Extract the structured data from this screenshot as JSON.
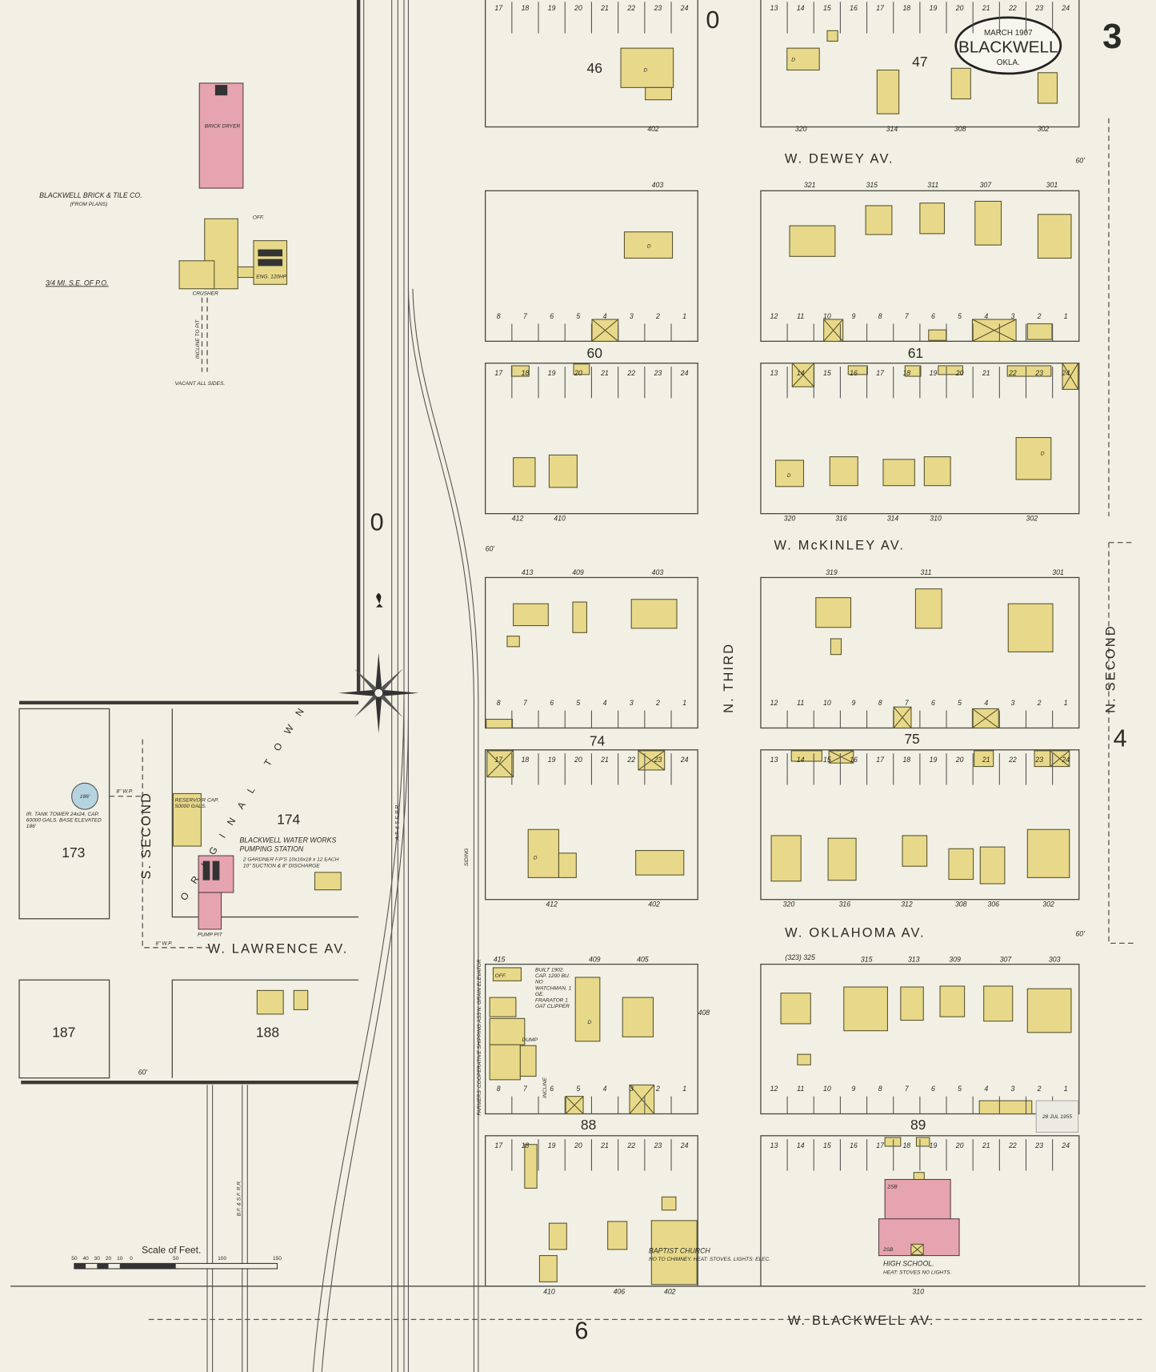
{
  "title_cartouche": {
    "date": "MARCH 1907",
    "city": "BLACKWELL",
    "state": "OKLA."
  },
  "sheet_number": "3",
  "adjoining_sheets": {
    "top": "0",
    "left": "0",
    "bottom": "6",
    "right": "4"
  },
  "streets": {
    "dewey": "W. DEWEY AV.",
    "mckinley": "W. McKINLEY AV.",
    "oklahoma": "W. OKLAHOMA AV.",
    "blackwell": "W. BLACKWELL AV.",
    "lawrence": "W. LAWRENCE AV.",
    "n_third": "N. THIRD",
    "n_second": "N. SECOND",
    "s_second": "S. SECOND",
    "original_town": "ORIGINAL TOWN",
    "width_60": "60'"
  },
  "blocks": [
    "46",
    "47",
    "60",
    "61",
    "74",
    "75",
    "88",
    "89",
    "173",
    "174",
    "187",
    "188"
  ],
  "lots": {
    "north_row_left": [
      "17",
      "18",
      "19",
      "20",
      "21",
      "22",
      "23",
      "24"
    ],
    "north_row_right": [
      "13",
      "14",
      "15",
      "16",
      "17",
      "18",
      "19",
      "20",
      "21",
      "22",
      "23",
      "24"
    ],
    "south_row_left": [
      "8",
      "7",
      "6",
      "5",
      "4",
      "3",
      "2",
      "1"
    ],
    "south_row_right": [
      "12",
      "11",
      "10",
      "9",
      "8",
      "7",
      "6",
      "5",
      "4",
      "3",
      "2",
      "1"
    ]
  },
  "addresses": {
    "b46": [
      "402"
    ],
    "b47": [
      "320",
      "314",
      "308",
      "302"
    ],
    "b60n": [
      "403"
    ],
    "b61n": [
      "321",
      "315",
      "311",
      "307",
      "301"
    ],
    "b60s": [
      "412",
      "410"
    ],
    "b61s": [
      "320",
      "316",
      "314",
      "310",
      "302"
    ],
    "b74n": [
      "413",
      "409",
      "403"
    ],
    "b75n": [
      "319",
      "311",
      "301"
    ],
    "b74s": [
      "412",
      "402"
    ],
    "b75s": [
      "320",
      "316",
      "312",
      "308",
      "306",
      "302"
    ],
    "b88n": [
      "415",
      "409",
      "405",
      "408"
    ],
    "b89n": [
      "(323) 325",
      "315",
      "313",
      "309",
      "307",
      "303"
    ],
    "b88s": [
      "410",
      "406",
      "402"
    ],
    "b89s": [
      "310"
    ]
  },
  "labels": {
    "brick_tile_co": "BLACKWELL BRICK & TILE CO.",
    "from_plans": "(FROM PLANS)",
    "distance": "3/4 MI. S.E. OF P.O.",
    "brick_dryer": "BRICK DRYER",
    "engine": "ENG. 120HP",
    "office": "OFF.",
    "incline_to_pit": "INCLINE TO PIT",
    "vacant_all_sides": "VACANT ALL SIDES.",
    "crusher": "CRUSHER",
    "water_works": "BLACKWELL WATER WORKS",
    "pumping_station": "PUMPING STATION",
    "pumps": "2 GARDNER F.P'S 10x16x18 x 12 EACH 10\" SUCTION & 8\" DISCHARGE",
    "reservoir": "RESERVOIR CAP. 50000 GALS.",
    "pump_pit": "PUMP PIT",
    "tank_tower": "IR. TANK TOWER 24x24, CAP. 60000 GALS. BASE ELEVATED 186'",
    "tank_height": "186'",
    "water_pipe": "8\" W.P.",
    "elevator": "FARMERS' COOPERATIVE SHIPPING ASS'N. GRAIN ELEVATOR",
    "elevator_notes": "BUILT 1902. CAP. 1200 BU. NO WATCHMAN. 1 GE. FRARATOR 1 OAT CLIPPER",
    "incline": "INCLINE",
    "dump": "DUMP",
    "office2": "OFF.",
    "siding": "SIDING",
    "railroad": "A.T. & S.F. R.R.",
    "railroad2": "B.F. & S.F. R.R.",
    "baptist_church": "BAPTIST CHURCH",
    "church_notes": "NO TO CHIMNEY. HEAT: STOVES. LIGHTS: ELEC.",
    "high_school": "HIGH SCHOOL.",
    "school_notes": "HEAT: STOVES NO LIGHTS.",
    "school_stories": "2SB",
    "dwelling": "D",
    "stamp": "28 JUL 1955"
  },
  "scale": {
    "title": "Scale of Feet.",
    "ticks": [
      "50",
      "40",
      "30",
      "20",
      "10",
      "0",
      "50",
      "100",
      "150"
    ]
  },
  "colors": {
    "paper": "#f2f0e4",
    "frame": "#e8d98a",
    "brick": "#e6a4b0",
    "iron": "#b6d3e0"
  }
}
